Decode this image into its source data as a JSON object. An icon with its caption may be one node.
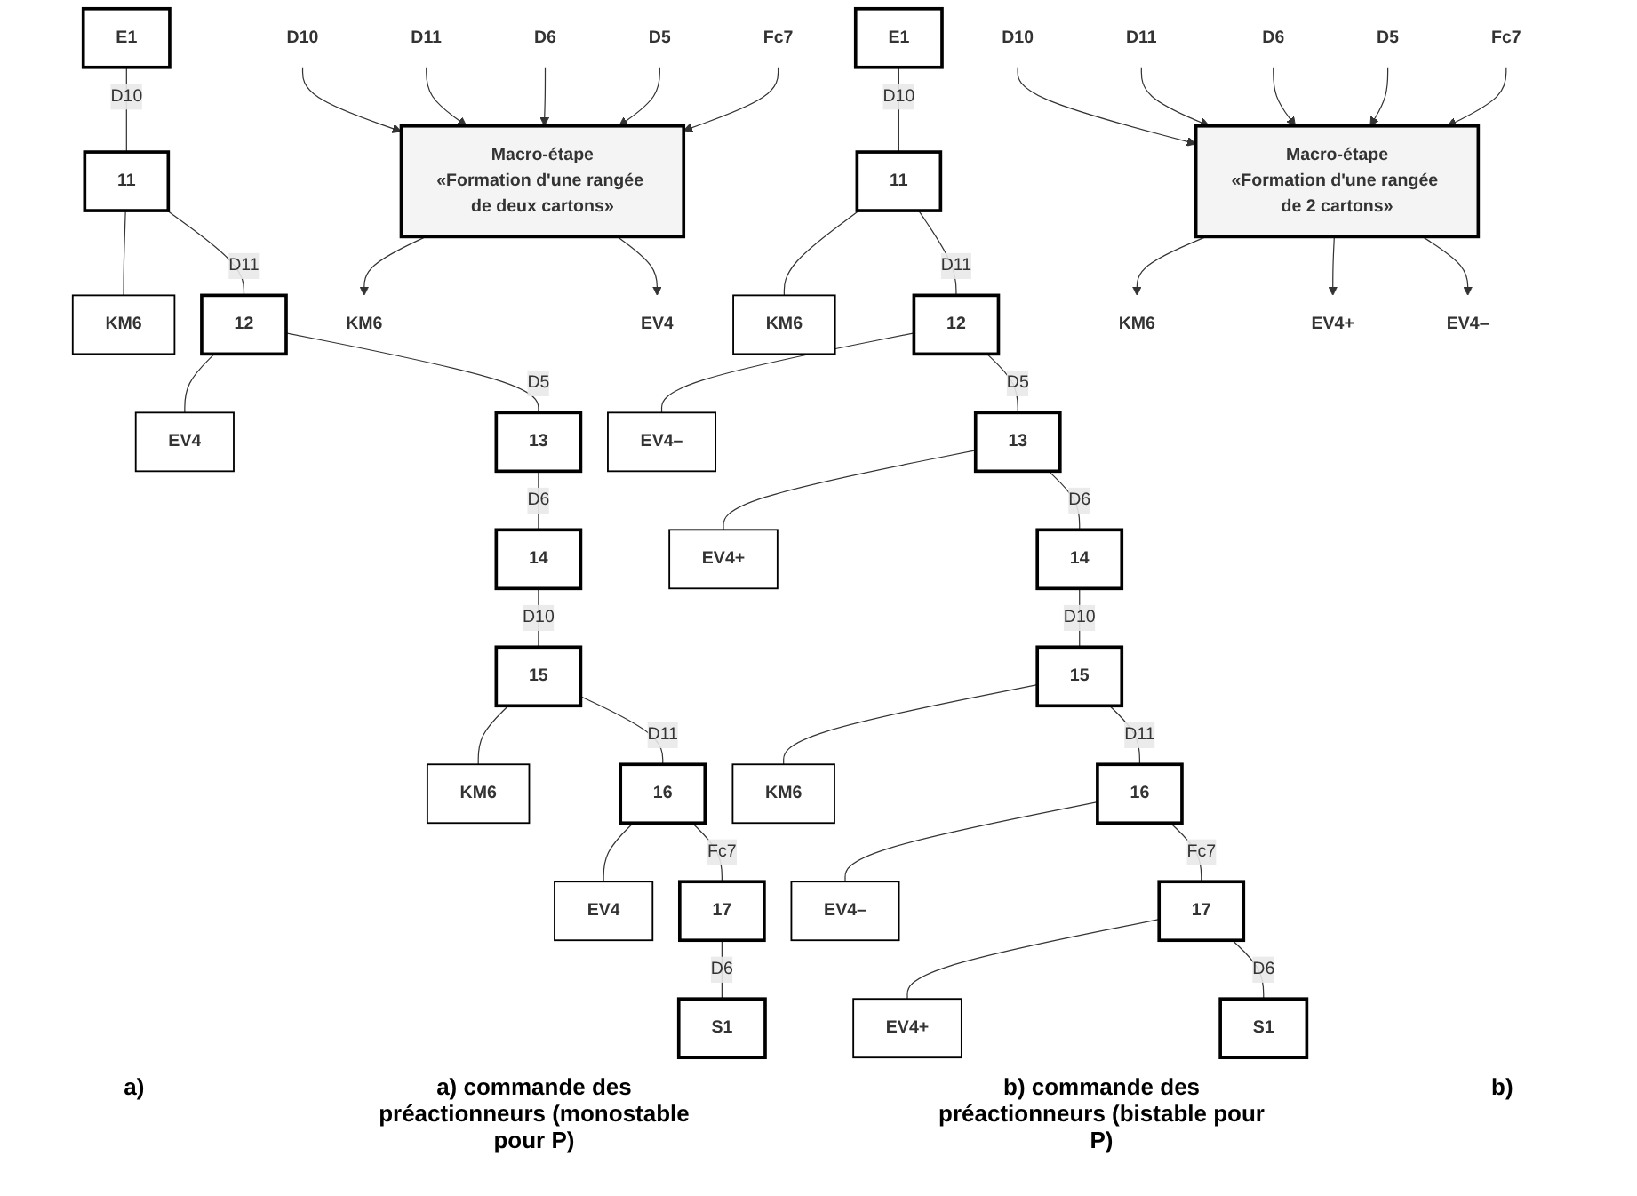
{
  "diagram": {
    "nodes": [
      {
        "text": [
          "E1"
        ]
      },
      {
        "text": [
          "11"
        ]
      },
      {
        "text": [
          "KM6"
        ]
      },
      {
        "text": [
          "12"
        ]
      },
      {
        "text": [
          "EV4"
        ]
      },
      {
        "text": [
          "13"
        ]
      },
      {
        "text": [
          "14"
        ]
      },
      {
        "text": [
          "15"
        ]
      },
      {
        "text": [
          "KM6"
        ]
      },
      {
        "text": [
          "16"
        ]
      },
      {
        "text": [
          "EV4"
        ]
      },
      {
        "text": [
          "17"
        ]
      },
      {
        "text": [
          "S1"
        ]
      },
      {
        "text": [
          "Macro-étape",
          "«Formation d'une rangée de deux cartons»"
        ]
      },
      {
        "text": [
          "D10"
        ]
      },
      {
        "text": [
          "D11"
        ]
      },
      {
        "text": [
          "D6"
        ]
      },
      {
        "text": [
          "D5"
        ]
      },
      {
        "text": [
          "Fc7"
        ]
      },
      {
        "text": [
          "KM6"
        ]
      },
      {
        "text": [
          "EV4"
        ]
      },
      {
        "text": [
          "Macro-étape",
          "«Formation d'une rangée de 2 cartons»"
        ]
      },
      {
        "text": [
          "D10"
        ]
      },
      {
        "text": [
          "D11"
        ]
      },
      {
        "text": [
          "D6"
        ]
      },
      {
        "text": [
          "D5"
        ]
      },
      {
        "text": [
          "Fc7"
        ]
      },
      {
        "text": [
          "KM6"
        ]
      },
      {
        "text": [
          "EV4+"
        ]
      },
      {
        "text": [
          "EV4–"
        ]
      },
      {
        "text": [
          "E1"
        ]
      },
      {
        "text": [
          "11"
        ]
      },
      {
        "text": [
          "KM6"
        ]
      },
      {
        "text": [
          "12"
        ]
      },
      {
        "text": [
          "EV4–"
        ]
      },
      {
        "text": [
          "13"
        ]
      },
      {
        "text": [
          "EV4+"
        ]
      },
      {
        "text": [
          "14"
        ]
      },
      {
        "text": [
          "15"
        ]
      },
      {
        "text": [
          "KM6"
        ]
      },
      {
        "text": [
          "16"
        ]
      },
      {
        "text": [
          "EV4–"
        ]
      },
      {
        "text": [
          "17"
        ]
      },
      {
        "text": [
          "EV4+"
        ]
      },
      {
        "text": [
          "S1"
        ]
      }
    ],
    "edges": [
      {
        "from": 0,
        "to": 1,
        "arrow": "none",
        "label": "D10"
      },
      {
        "from": 1,
        "to": 2,
        "arrow": "none"
      },
      {
        "from": 1,
        "to": 3,
        "arrow": "none",
        "label": "D11"
      },
      {
        "from": 3,
        "to": 4,
        "arrow": "none"
      },
      {
        "from": 3,
        "to": 5,
        "arrow": "none",
        "label": "D5"
      },
      {
        "from": 5,
        "to": 6,
        "arrow": "none",
        "label": "D6"
      },
      {
        "from": 6,
        "to": 7,
        "arrow": "none",
        "label": "D10"
      },
      {
        "from": 7,
        "to": 8,
        "arrow": "none"
      },
      {
        "from": 7,
        "to": 9,
        "arrow": "none",
        "label": "D11"
      },
      {
        "from": 9,
        "to": 10,
        "arrow": "none"
      },
      {
        "from": 9,
        "to": 11,
        "arrow": "none",
        "label": "Fc7"
      },
      {
        "from": 11,
        "to": 12,
        "arrow": "none",
        "label": "D6"
      },
      {
        "from": 14,
        "to": 13,
        "arrow": "to"
      },
      {
        "from": 15,
        "to": 13,
        "arrow": "to"
      },
      {
        "from": 16,
        "to": 13,
        "arrow": "to"
      },
      {
        "from": 17,
        "to": 13,
        "arrow": "to"
      },
      {
        "from": 18,
        "to": 13,
        "arrow": "to"
      },
      {
        "from": 13,
        "to": 19,
        "arrow": "to"
      },
      {
        "from": 13,
        "to": 20,
        "arrow": "to"
      },
      {
        "from": 22,
        "to": 21,
        "arrow": "to"
      },
      {
        "from": 23,
        "to": 21,
        "arrow": "to"
      },
      {
        "from": 24,
        "to": 21,
        "arrow": "to"
      },
      {
        "from": 25,
        "to": 21,
        "arrow": "to"
      },
      {
        "from": 26,
        "to": 21,
        "arrow": "to"
      },
      {
        "from": 21,
        "to": 27,
        "arrow": "to"
      },
      {
        "from": 21,
        "to": 28,
        "arrow": "to"
      },
      {
        "from": 21,
        "to": 29,
        "arrow": "to"
      },
      {
        "from": 30,
        "to": 31,
        "arrow": "none",
        "label": "D10"
      },
      {
        "from": 31,
        "to": 32,
        "arrow": "none"
      },
      {
        "from": 31,
        "to": 33,
        "arrow": "none",
        "label": "D11"
      },
      {
        "from": 33,
        "to": 34,
        "arrow": "none"
      },
      {
        "from": 33,
        "to": 35,
        "arrow": "none",
        "label": "D5"
      },
      {
        "from": 35,
        "to": 36,
        "arrow": "none"
      },
      {
        "from": 35,
        "to": 37,
        "arrow": "none",
        "label": "D6"
      },
      {
        "from": 37,
        "to": 38,
        "arrow": "none",
        "label": "D10"
      },
      {
        "from": 38,
        "to": 39,
        "arrow": "none"
      },
      {
        "from": 38,
        "to": 40,
        "arrow": "none",
        "label": "D11"
      },
      {
        "from": 40,
        "to": 41,
        "arrow": "none"
      },
      {
        "from": 40,
        "to": 42,
        "arrow": "none",
        "label": "Fc7"
      },
      {
        "from": 42,
        "to": 43,
        "arrow": "none"
      },
      {
        "from": 42,
        "to": 44,
        "arrow": "none",
        "label": "D6"
      }
    ],
    "labels": [
      "a)",
      "a) commande des préactionneurs (monostable pour P)",
      "b) commande des préactionneurs (bistable pour P)",
      "b)"
    ]
  }
}
